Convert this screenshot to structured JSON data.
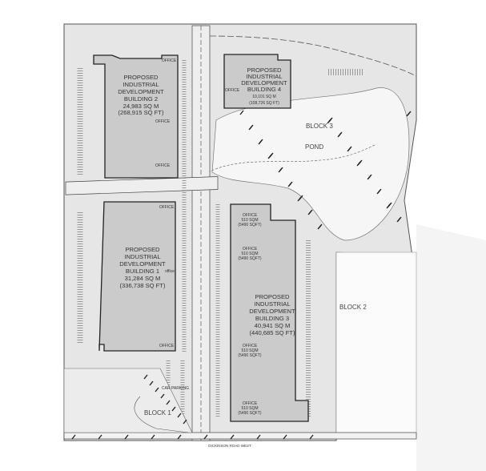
{
  "buildings": [
    {
      "lines": [
        "PROPOSED",
        "INDUSTRIAL",
        "DEVELOPMENT",
        "BUILDING 2",
        "24,983 SQ M",
        "(268,915 SQ FT)"
      ],
      "offices": [
        "OFFICE",
        "OFFICE",
        "OFFICE"
      ]
    },
    {
      "lines": [
        "PROPOSED",
        "INDUSTRIAL",
        "DEVELOPMENT",
        "BUILDING 4",
        "10,101 SQ M",
        "(108,726 SQ FT)"
      ],
      "offices": [
        "OFFICE"
      ]
    },
    {
      "lines": [
        "PROPOSED",
        "INDUSTRIAL",
        "DEVELOPMENT",
        "BUILDING 1",
        "31,284 SQ M",
        "(336,738 SQ FT)"
      ],
      "offices": [
        "OFFICE",
        "office",
        "OFFICE"
      ]
    },
    {
      "lines": [
        "PROPOSED",
        "INDUSTRIAL",
        "DEVELOPMENT",
        "BUILDING 3",
        "40,941 SQ M",
        "(440,685 SQ FT)"
      ],
      "offices": [
        [
          "OFFICE",
          "510 SQM",
          "(5490 SQFT)"
        ],
        [
          "OFFICE",
          "510 SQM",
          "(5490 SQFT)"
        ],
        [
          "OFFICE",
          "510 SQM",
          "(5490 SQFT)"
        ],
        [
          "OFFICE",
          "510 SQM",
          "(5490 SQFT)"
        ]
      ]
    }
  ],
  "areas": {
    "block3": "BLOCK 3",
    "pond": "POND",
    "block2": "BLOCK 2",
    "block1": "BLOCK 1",
    "car_parking": "CAR PARKING"
  },
  "road": {
    "name": "DICKINSON ROAD WEST"
  },
  "colors": {
    "building_fill": "#c9c9c9",
    "site_fill": "#e4e4e4",
    "outline": "#222222"
  }
}
